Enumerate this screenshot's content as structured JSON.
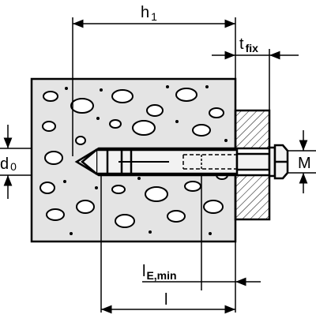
{
  "labels": {
    "h": "h",
    "h_sub": "1",
    "t": "t",
    "t_sub": "fix",
    "d": "d",
    "d_sub": "0",
    "M": "M",
    "lE": "l",
    "lE_sub": "E,min",
    "l": "l"
  },
  "colors": {
    "ink": "#000000",
    "concrete_fill": "#e4e4e4",
    "aggregate_fill": "#ffffff",
    "fixture_fill": "#c9c9c9",
    "steel_fill": "#f2f2f2"
  }
}
